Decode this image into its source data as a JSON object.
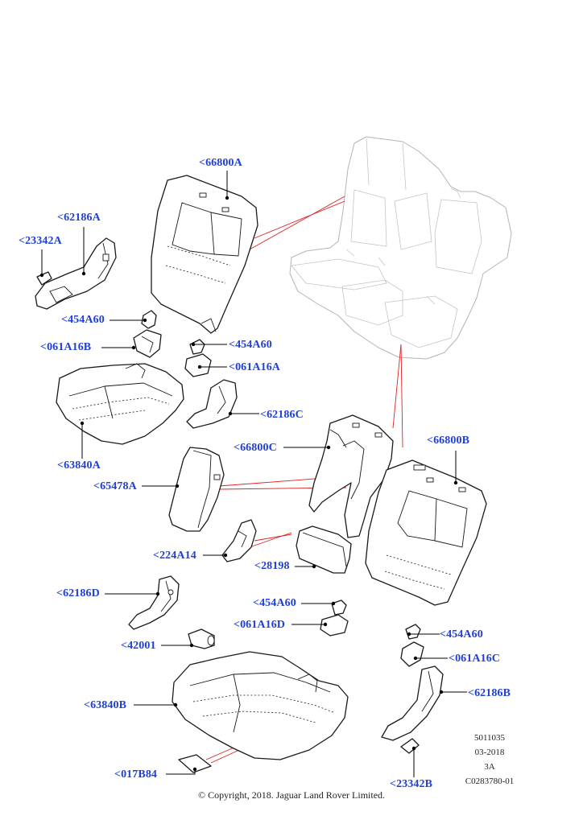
{
  "callouts": {
    "c66800A": "<66800A",
    "c62186A": "<62186A",
    "c23342A": "<23342A",
    "c454A60_1": "<454A60",
    "c454A60_2": "<454A60",
    "c061A16B": "<061A16B",
    "c061A16A": "<061A16A",
    "c62186C": "<62186C",
    "c63840A": "<63840A",
    "c66800C": "<66800C",
    "c66800B": "<66800B",
    "c65478A": "<65478A",
    "c224A14": "<224A14",
    "c28198": "<28198",
    "c62186D": "<62186D",
    "c454A60_3": "<454A60",
    "c061A16D": "<061A16D",
    "c454A60_4": "<454A60",
    "c061A16C": "<061A16C",
    "c42001": "<42001",
    "c62186B": "<62186B",
    "c63840B": "<63840B",
    "c017B84": "<017B84",
    "c23342B": "<23342B"
  },
  "meta": {
    "code": "5011035",
    "date": "03-2018",
    "rev": "3A",
    "illustration": "C0283780-01"
  },
  "copyright": "© Copyright, 2018. Jaguar Land Rover Limited.",
  "colors": {
    "callout": "#1f3fd6",
    "reference_line": "#e02020",
    "ghost_outline": "#b5b5b5"
  }
}
